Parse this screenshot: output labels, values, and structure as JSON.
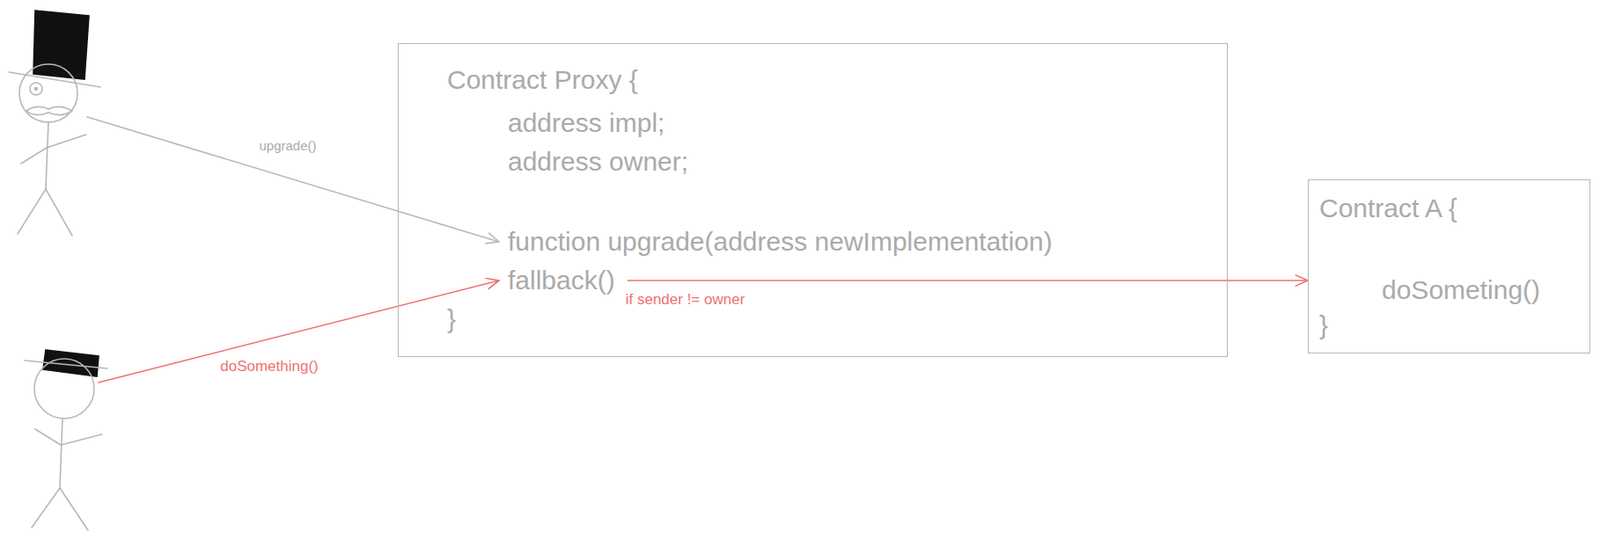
{
  "diagram": {
    "nodes": [
      {
        "text": [
          "Contract Proxy {",
          "address impl;",
          "address owner;",
          "function upgrade(address newImplementation)",
          "fallback()",
          "}"
        ]
      },
      {
        "text": [
          "Contract A {",
          "doSometing()",
          "}"
        ]
      }
    ],
    "edges": [
      {
        "from": 0,
        "to": 1,
        "arrow": "to",
        "label": "if sender != owner"
      }
    ],
    "labels": [
      "upgrade()",
      "doSomething()"
    ]
  }
}
